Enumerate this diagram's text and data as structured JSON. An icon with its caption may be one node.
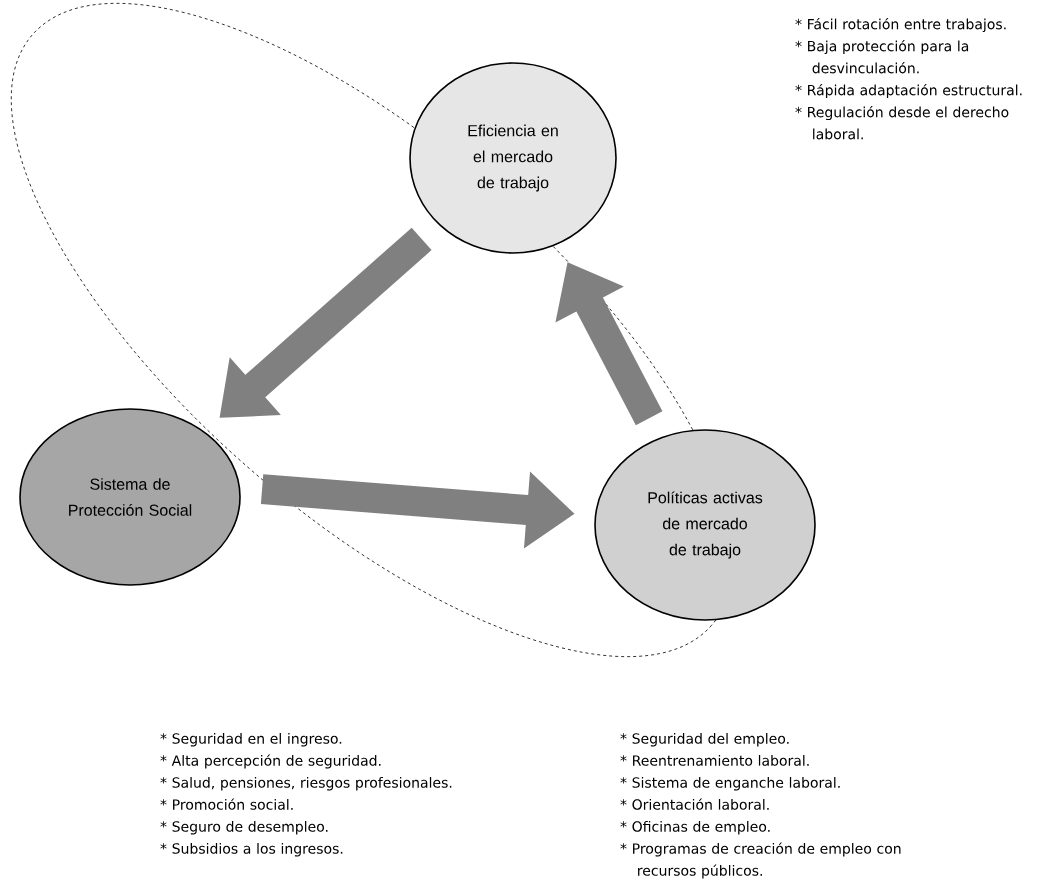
{
  "diagram": {
    "nodes": [
      {
        "text": [
          "Eficiencia en el mercado de trabajo"
        ]
      },
      {
        "text": [
          "Sistema de Protección Social"
        ]
      },
      {
        "text": [
          "Políticas activas de mercado de trabajo"
        ]
      }
    ],
    "edges": [
      {
        "from": 0,
        "to": 1,
        "arrow": "to"
      },
      {
        "from": 1,
        "to": 2,
        "arrow": "to"
      },
      {
        "from": 2,
        "to": 0,
        "arrow": "to"
      }
    ],
    "labels": [
      "* Fácil rotación entre trabajos.",
      "* Baja protección para la desvinculación.",
      "* Rápida adaptación estructural.",
      "* Regulación desde el derecho laboral.",
      "* Seguridad en el ingreso.",
      "* Alta percepción de seguridad.",
      "* Salud, pensiones, riesgos profesionales.",
      "* Promoción social.",
      "* Seguro de desempleo.",
      "* Subsidios a los ingresos.",
      "* Seguridad del empleo.",
      "* Reentrenamiento laboral.",
      "* Sistema de enganche laboral.",
      "* Orientación laboral.",
      "* Oficinas de empleo.",
      "* Programas de creación de empleo con recursos públicos."
    ]
  }
}
